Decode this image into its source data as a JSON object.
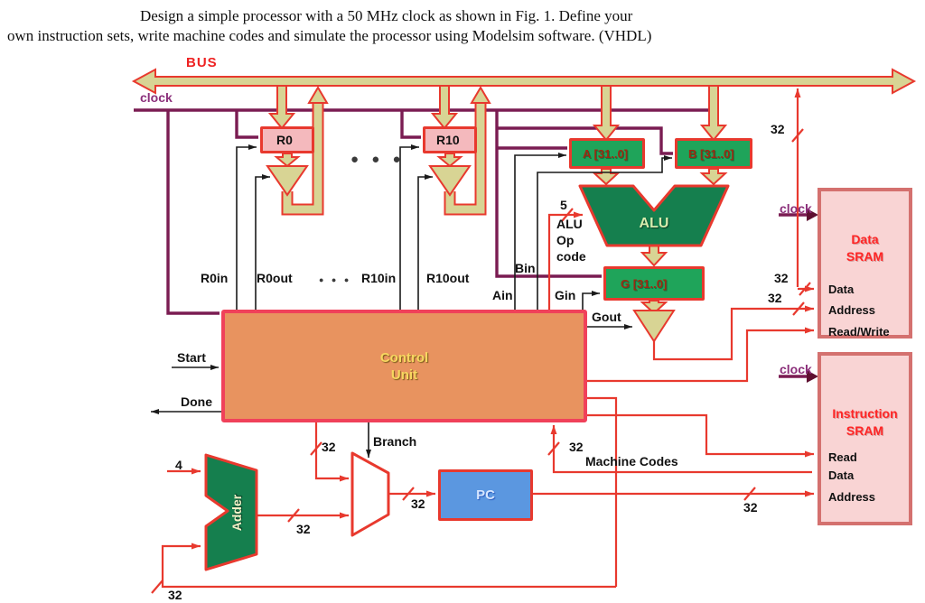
{
  "title": {
    "line1": "Design a simple processor with a 50 MHz clock as shown in Fig. 1.  Define your",
    "line2": "own instruction sets, write machine codes and simulate the processor using Modelsim software. (VHDL)"
  },
  "bus": {
    "label": "BUS"
  },
  "clock_label": "clock",
  "registers": {
    "r0": "R0",
    "r10": "R10",
    "a": "A [31..0]",
    "b": "B [31..0]",
    "g": "G [31..0]"
  },
  "alu": {
    "label": "ALU"
  },
  "adder": {
    "label": "Adder"
  },
  "mux": {
    "branch": "Branch"
  },
  "pc": {
    "label": "PC"
  },
  "control_unit": {
    "line1": "Control",
    "line2": "Unit"
  },
  "signals": {
    "r0in": "R0in",
    "r0out": "R0out",
    "r10in": "R10in",
    "r10out": "R10out",
    "ain": "Ain",
    "bin": "Bin",
    "gin": "Gin",
    "gout": "Gout",
    "start": "Start",
    "done": "Done",
    "machine_codes": "Machine Codes",
    "alu_op_1": "ALU",
    "alu_op_2": "Op",
    "alu_op_3": "code"
  },
  "widths": {
    "w32": "32",
    "w4": "4",
    "w5": "5"
  },
  "dots": "● ● ●",
  "data_sram": {
    "clock": "clock",
    "title1": "Data",
    "title2": "SRAM",
    "ports": [
      "Data",
      "Address",
      "Read/Write"
    ]
  },
  "instruction_sram": {
    "clock": "clock",
    "title1": "Instruction",
    "title2": "SRAM",
    "ports": [
      "Read",
      "Data",
      "Address"
    ]
  },
  "colors": {
    "wire-red": "#e8392e",
    "bus-fill": "#d8d494",
    "reg-fill": "#f4b9bd",
    "green-fill": "#1fa45a",
    "dark-green": "#157f4e",
    "cu-fill": "#e8935f",
    "cu-border": "#f0415a",
    "pc-fill": "#5b97e0",
    "sram-fill": "#f9d4d4",
    "sram-border": "#d4716f",
    "clock-purple": "#7a1c52",
    "label-red": "#ee2222"
  }
}
